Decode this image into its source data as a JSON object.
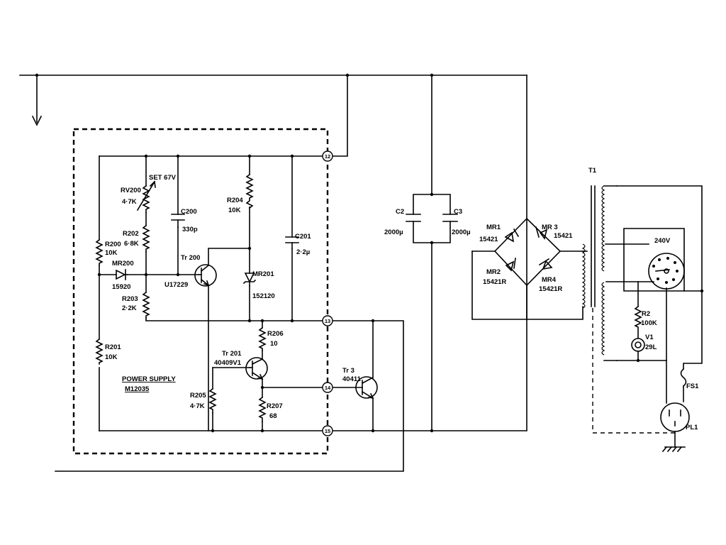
{
  "diagram": {
    "power_supply_block": {
      "title": "POWER SUPPLY",
      "part_no": "M12035"
    },
    "terminals": [
      "12",
      "13",
      "14",
      "15"
    ],
    "components": {
      "rv200": {
        "ref": "RV200",
        "value": "4·7K",
        "note": "SET 67V"
      },
      "r200": {
        "ref": "R200",
        "value": "10K"
      },
      "r202": {
        "ref": "R202",
        "value": "6·8K"
      },
      "r203": {
        "ref": "R203",
        "value": "2·2K"
      },
      "r201": {
        "ref": "R201",
        "value": "10K"
      },
      "mr200": {
        "ref": "MR200",
        "value": "15920"
      },
      "c200": {
        "ref": "C200",
        "value": "330p"
      },
      "tr200": {
        "ref": "Tr 200",
        "value": "U17229"
      },
      "r204": {
        "ref": "R204",
        "value": "10K"
      },
      "mr201": {
        "ref": "MR201",
        "value": "152120"
      },
      "c201": {
        "ref": "C201",
        "value": "2·2µ"
      },
      "r206": {
        "ref": "R206",
        "value": "10"
      },
      "tr201": {
        "ref": "Tr 201",
        "value": "40409V1"
      },
      "r205": {
        "ref": "R205",
        "value": "4·7K"
      },
      "r207": {
        "ref": "R207",
        "value": "68"
      },
      "tr3": {
        "ref": "Tr 3",
        "value": "40411"
      },
      "c2": {
        "ref": "C2",
        "value": "2000µ"
      },
      "c3": {
        "ref": "C3",
        "value": "2000µ"
      },
      "mr1": {
        "ref": "MR1",
        "value": "15421"
      },
      "mr2": {
        "ref": "MR2",
        "value": "15421R"
      },
      "mr3": {
        "ref": "MR 3",
        "value": "15421"
      },
      "mr4": {
        "ref": "MR4",
        "value": "15421R"
      },
      "t1": {
        "ref": "T1"
      },
      "tap": {
        "value": "240V"
      },
      "r2": {
        "ref": "R2",
        "value": "100K"
      },
      "v1": {
        "ref": "V1",
        "value": "29L"
      },
      "fs1": {
        "ref": "FS1"
      },
      "pl1": {
        "ref": "PL1"
      }
    }
  }
}
